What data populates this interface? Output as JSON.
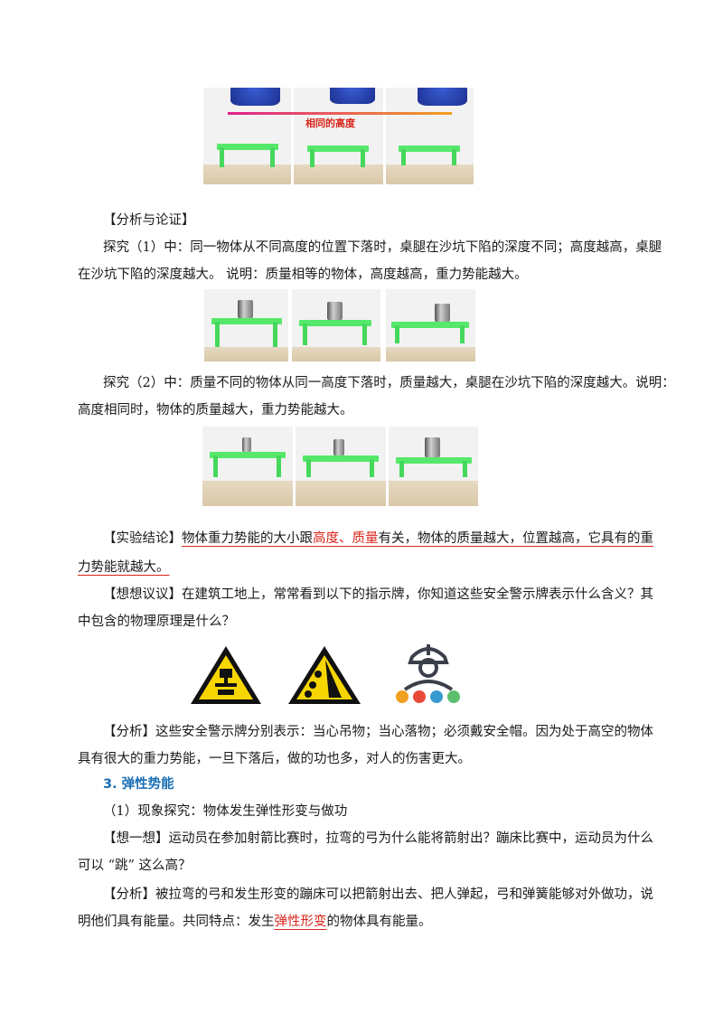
{
  "figure1": {
    "caption": "相同的高度"
  },
  "section_analysis": {
    "title": "【分析与论证】"
  },
  "para1": {
    "line1": "探究（1）中：同一物体从不同高度的位置下落时，桌腿在沙坑下陷的深度不同；高度越高，桌腿",
    "line2": "在沙坑下陷的深度越大。 说明：质量相等的物体，高度越高，重力势能越大。"
  },
  "para2": {
    "line1": "探究（2）中：质量不同的物体从同一高度下落时，质量越大，桌腿在沙坑下陷的深度越大。说明：",
    "line2": "高度相同时，物体的质量越大，重力势能越大。"
  },
  "conclusion": {
    "label": "【实验结论】",
    "t1": "物体重力势能的大小跟",
    "k1": "高度",
    "sep": "、",
    "k2": "质量",
    "t2": "有关，物体的质量越大，位置越高，它具有的重",
    "line2": "力势能就越大。"
  },
  "think": {
    "label": "【想想议议】",
    "line1": "在建筑工地上，常常看到以下的指示牌，你知道这些安全警示牌表示什么含义？其",
    "line2": "中包含的物理原理是什么？"
  },
  "analysis2": {
    "label": "【分析】",
    "line1": "这些安全警示牌分别表示：当心吊物；当心落物；必须戴安全帽。因为处于高空的物体",
    "line2": "具有很大的重力势能，一旦下落后，做的功也多，对人的伤害更大。"
  },
  "section3": {
    "title": "3. 弹性势能"
  },
  "phenomenon": {
    "text": "（1）现象探究：物体发生弹性形变与做功"
  },
  "think2": {
    "label": "【想一想】",
    "line1": "运动员在参加射箭比赛时，拉弯的弓为什么能将箭射出？蹦床比赛中，运动员为什么",
    "line2": "可以 “跳” 这么高？"
  },
  "analysis3": {
    "label": "【分析】",
    "line1": "被拉弯的弓和发生形变的蹦床可以把箭射出去、把人弹起，弓和弹簧能够对外做功，说",
    "t2a": "明他们具有能量。共同特点：发生",
    "k": "弹性形变",
    "t2b": "的物体具有能量。"
  },
  "colors": {
    "warning_yellow": "#f7d600",
    "heading_blue": "#1a6fb5",
    "keyword_red": "#d9261c"
  }
}
